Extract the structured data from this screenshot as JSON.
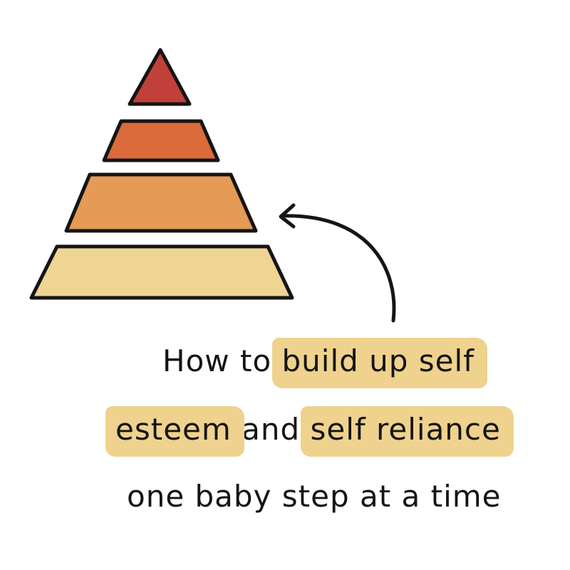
{
  "colors": {
    "tier_top": "#c2403a",
    "tier_2": "#db6b3a",
    "tier_3": "#e59a55",
    "tier_base": "#efd592",
    "outline": "#151515",
    "highlight": "#edd087",
    "text": "#141414"
  },
  "caption": {
    "line1_plain": "How to ",
    "line1_highlight": "build up self",
    "line2_highlight_a": "esteem",
    "line2_plain": " and ",
    "line2_highlight_b": "self reliance",
    "line3_plain": "one baby step at a time"
  },
  "icons": {
    "arrow": "curved-arrow-icon",
    "pyramid": "pyramid-icon"
  }
}
